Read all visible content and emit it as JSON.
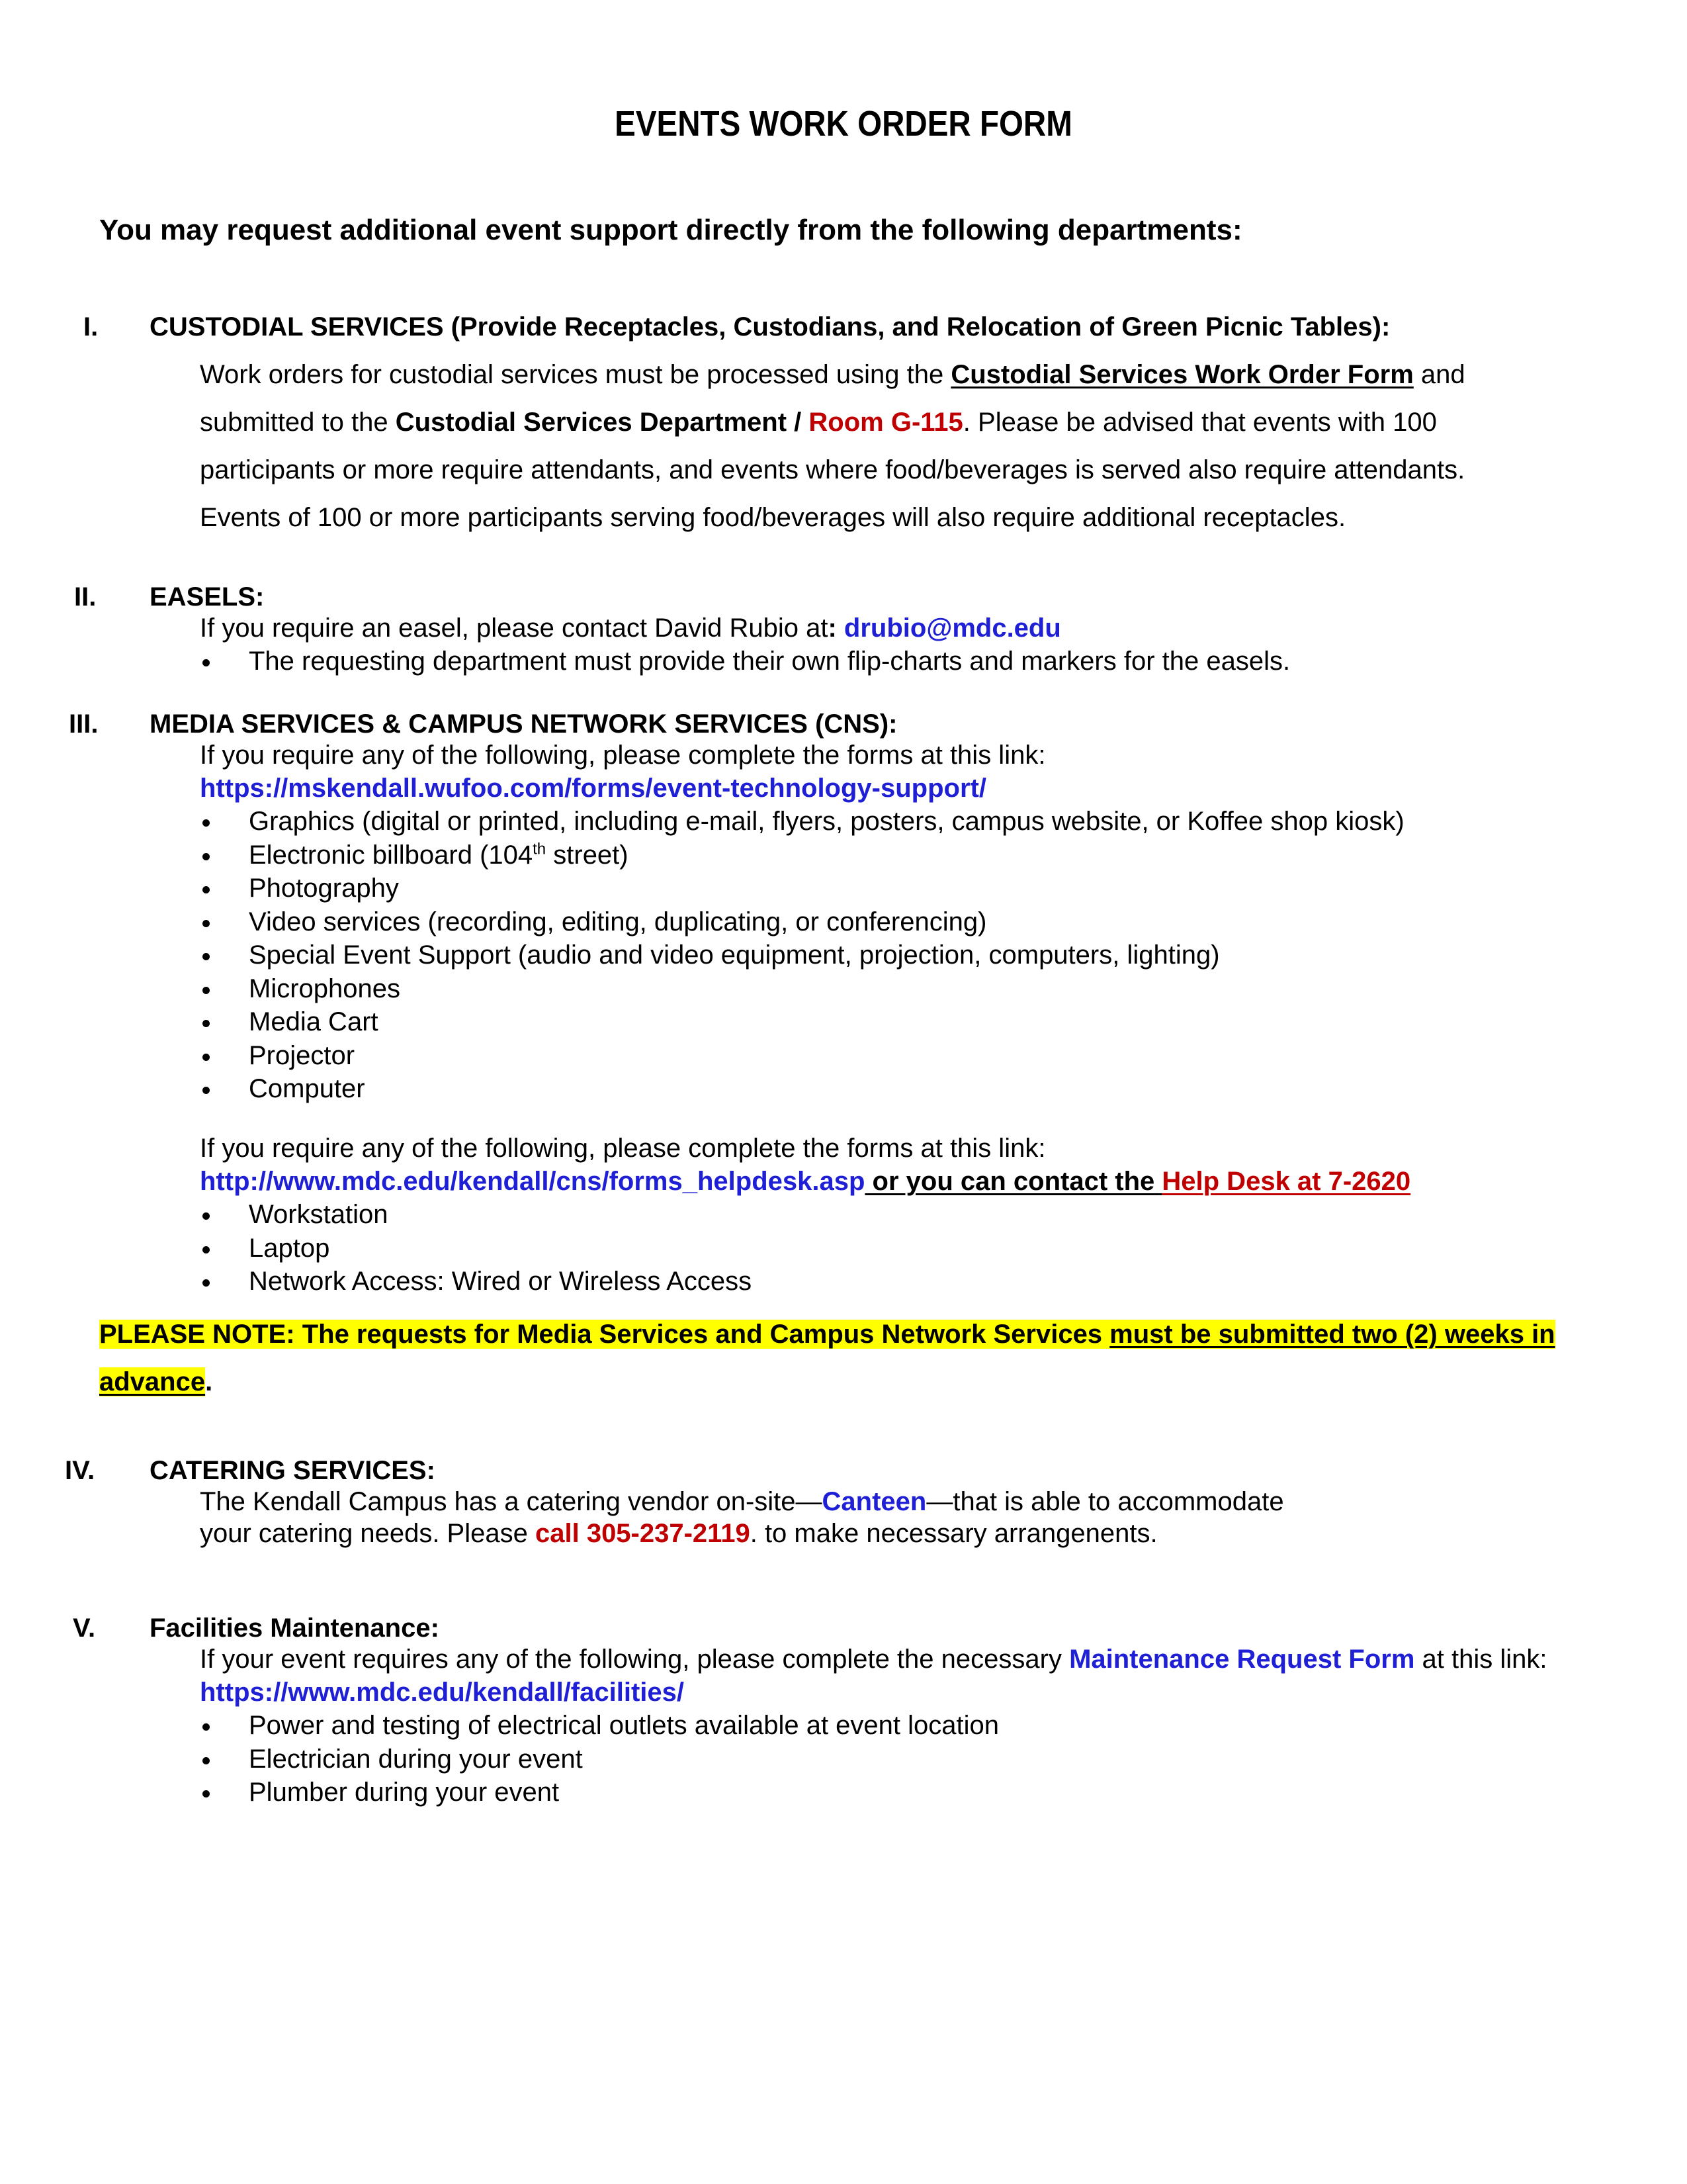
{
  "title": "EVENTS WORK ORDER FORM",
  "intro": "You may request additional event support directly from the following departments:",
  "custodial": {
    "numeral": "I.",
    "heading": "CUSTODIAL SERVICES (Provide Receptacles, Custodians, and Relocation of Green Picnic Tables):",
    "p1": "Work orders for custodial services must be processed using the ",
    "form_name": "Custodial Services Work Order Form",
    "p2": " and submitted to the ",
    "dept": "Custodial Services Department / ",
    "room": "Room G-115",
    "p3": ". Please be advised that events with 100 participants or more require attendants, and events where food/beverages is served also require attendants. Events of 100 or more participants serving food/beverages will also require additional receptacles."
  },
  "easels": {
    "numeral": "II.",
    "heading": "EASELS:",
    "line1_text": "If you require an easel, please contact David Rubio at",
    "line1_colon": ":",
    "email": "drubio@mdc.edu",
    "bullets": [
      "The requesting department must provide their own flip-charts and markers for the easels."
    ]
  },
  "media": {
    "numeral": "III.",
    "heading": "MEDIA SERVICES & CAMPUS NETWORK SERVICES (CNS):",
    "intro1": "If you require any of the following, please complete the forms at this link:",
    "link1": "https://mskendall.wufoo.com/forms/event-technology-support/",
    "bullets1": [
      "Graphics (digital or printed, including e-mail, flyers, posters, campus website, or Koffee shop kiosk)",
      "Electronic billboard (104",
      "Photography",
      "Video services (recording, editing, duplicating, or conferencing)",
      "Special Event Support (audio and video equipment, projection, computers, lighting)",
      "Microphones",
      "Media Cart",
      "Projector",
      "Computer"
    ],
    "billboard_sup": "th",
    "billboard_tail": " street)",
    "intro2": "If you require any of the following, please complete the forms at this link:",
    "link2": "http://www.mdc.edu/kendall/cns/forms_helpdesk.asp",
    "contact_text": " or you can contact the ",
    "helpdesk": "Help Desk at 7-2620",
    "bullets2": [
      "Workstation",
      "Laptop",
      "Network Access: Wired or Wireless Access"
    ]
  },
  "note": {
    "lead": "PLEASE NOTE: The requests for Media Services and Campus Network Services ",
    "emph": "must be submitted two (2) weeks in advance",
    "end": "."
  },
  "catering": {
    "numeral": "IV.",
    "heading": "CATERING SERVICES:",
    "l1a": "The Kendall Campus has a catering vendor on-site—",
    "vendor": "Canteen",
    "l1b": "—that is able to accommodate",
    "l2a": "your catering needs.  Please ",
    "phone": "call 305-237-2119",
    "l2b": ".  to make necessary arrangenents."
  },
  "facilities": {
    "numeral": "V.",
    "heading": "Facilities Maintenance:",
    "l1a": "If your event requires any of the following, please complete the necessary ",
    "form": "Maintenance Request Form",
    "l1b": " at this link:",
    "link": "https://www.mdc.edu/kendall/facilities/",
    "bullets": [
      "Power and testing of electrical outlets available at event location",
      "Electrician during your event",
      "Plumber during your event"
    ]
  }
}
